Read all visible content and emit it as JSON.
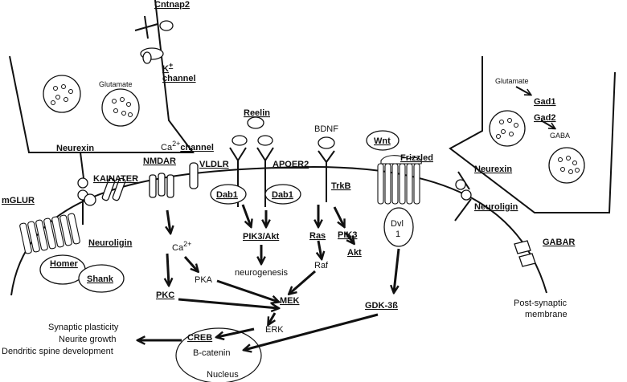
{
  "labels": {
    "cntnap2": "Cntnap2",
    "k_channel_k": "K",
    "k_channel_plus": "+",
    "k_channel_word": "channel",
    "glutamate_left": "Glutamate",
    "neurexin_left": "Neurexin",
    "kainater": "KAINATER",
    "nmdar": "NMDAR",
    "ca_channel_ca": "Ca",
    "ca_channel_sup": "2+",
    "ca_channel_word": "channel",
    "vldlr": "VLDLR",
    "reelin": "Reelin",
    "apoer2": "APOER2",
    "dab1_left": "Dab1",
    "dab1_right": "Dab1",
    "bdnf": "BDNF",
    "trkb": "TrkB",
    "wnt": "Wnt",
    "frizzled": "Frizzled",
    "glutamate_right": "Glutamate",
    "gad1": "Gad1",
    "gad2": "Gad2",
    "gaba": "GABA",
    "neurexin_right": "Neurexin",
    "neuroligin_right": "Neuroligin",
    "mglur": "mGLUR",
    "neuroligin_left": "Neuroligin",
    "homer": "Homer",
    "shank": "Shank",
    "ca2": "Ca",
    "ca2_sup": "2+",
    "pka": "PKA",
    "pkc": "PKC",
    "pik3akt": "PIK3/Akt",
    "neurogenesis": "neurogenesis",
    "ras": "Ras",
    "raf": "Raf",
    "pik3": "PIK3",
    "akt": "Akt",
    "mek": "MEK",
    "erk": "ERK",
    "dvl_line1": "Dvl",
    "dvl_line2": "1",
    "gdk3b": "GDK-3ß",
    "gabar": "GABAR",
    "postsyn_line1": "Post-synaptic",
    "postsyn_line2": "membrane",
    "creb": "CREB",
    "bcatenin": "B-catenin",
    "nucleus": "Nucleus",
    "outcome1": "Synaptic plasticity",
    "outcome2": "Neurite growth",
    "outcome3": "Dendritic spine development"
  }
}
